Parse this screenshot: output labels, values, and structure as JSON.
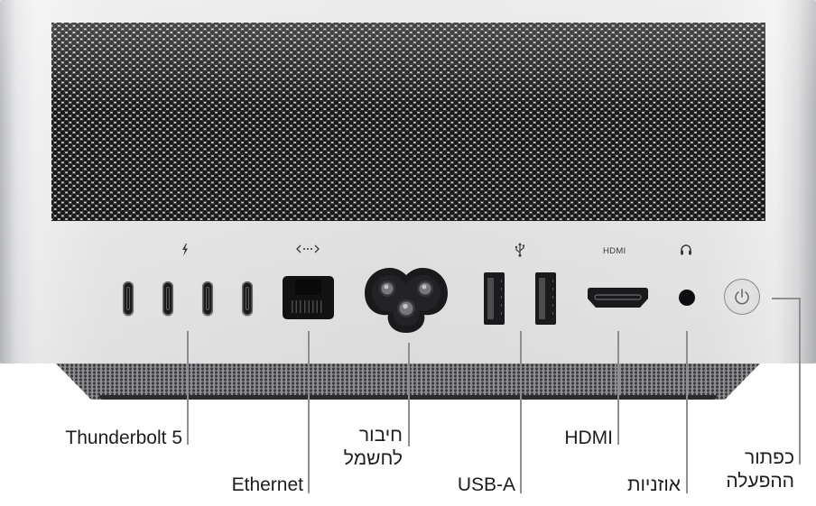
{
  "figure": {
    "subject": "Mac Studio rear panel",
    "background_color": "#ffffff",
    "device_color": "#e4e4e5",
    "label_color": "#1d1d1f",
    "leader_line_color": "#8e8e90"
  },
  "port_glyphs": {
    "thunderbolt": "thunderbolt-icon",
    "ethernet": "ethernet-icon",
    "usb": "usb-icon",
    "hdmi_text": "HDMI",
    "headphones": "headphones-icon"
  },
  "ports": [
    {
      "id": "thunderbolt-1",
      "type": "Thunderbolt 5"
    },
    {
      "id": "thunderbolt-2",
      "type": "Thunderbolt 5"
    },
    {
      "id": "thunderbolt-3",
      "type": "Thunderbolt 5"
    },
    {
      "id": "thunderbolt-4",
      "type": "Thunderbolt 5"
    },
    {
      "id": "ethernet",
      "type": "Ethernet"
    },
    {
      "id": "power-inlet",
      "type": "חיבור לחשמל"
    },
    {
      "id": "usb-a-1",
      "type": "USB-A"
    },
    {
      "id": "usb-a-2",
      "type": "USB-A"
    },
    {
      "id": "hdmi",
      "type": "HDMI"
    },
    {
      "id": "headphone-jack",
      "type": "אוזניות"
    },
    {
      "id": "power-button",
      "type": "כפתור ההפעלה"
    }
  ],
  "callouts": {
    "thunderbolt": "Thunderbolt 5",
    "ethernet": "Ethernet",
    "power_line1": "חיבור",
    "power_line2": "לחשמל",
    "usb_a": "USB-A",
    "hdmi": "HDMI",
    "headphones": "אוזניות",
    "power_button_line1": "כפתור",
    "power_button_line2": "ההפעלה"
  }
}
